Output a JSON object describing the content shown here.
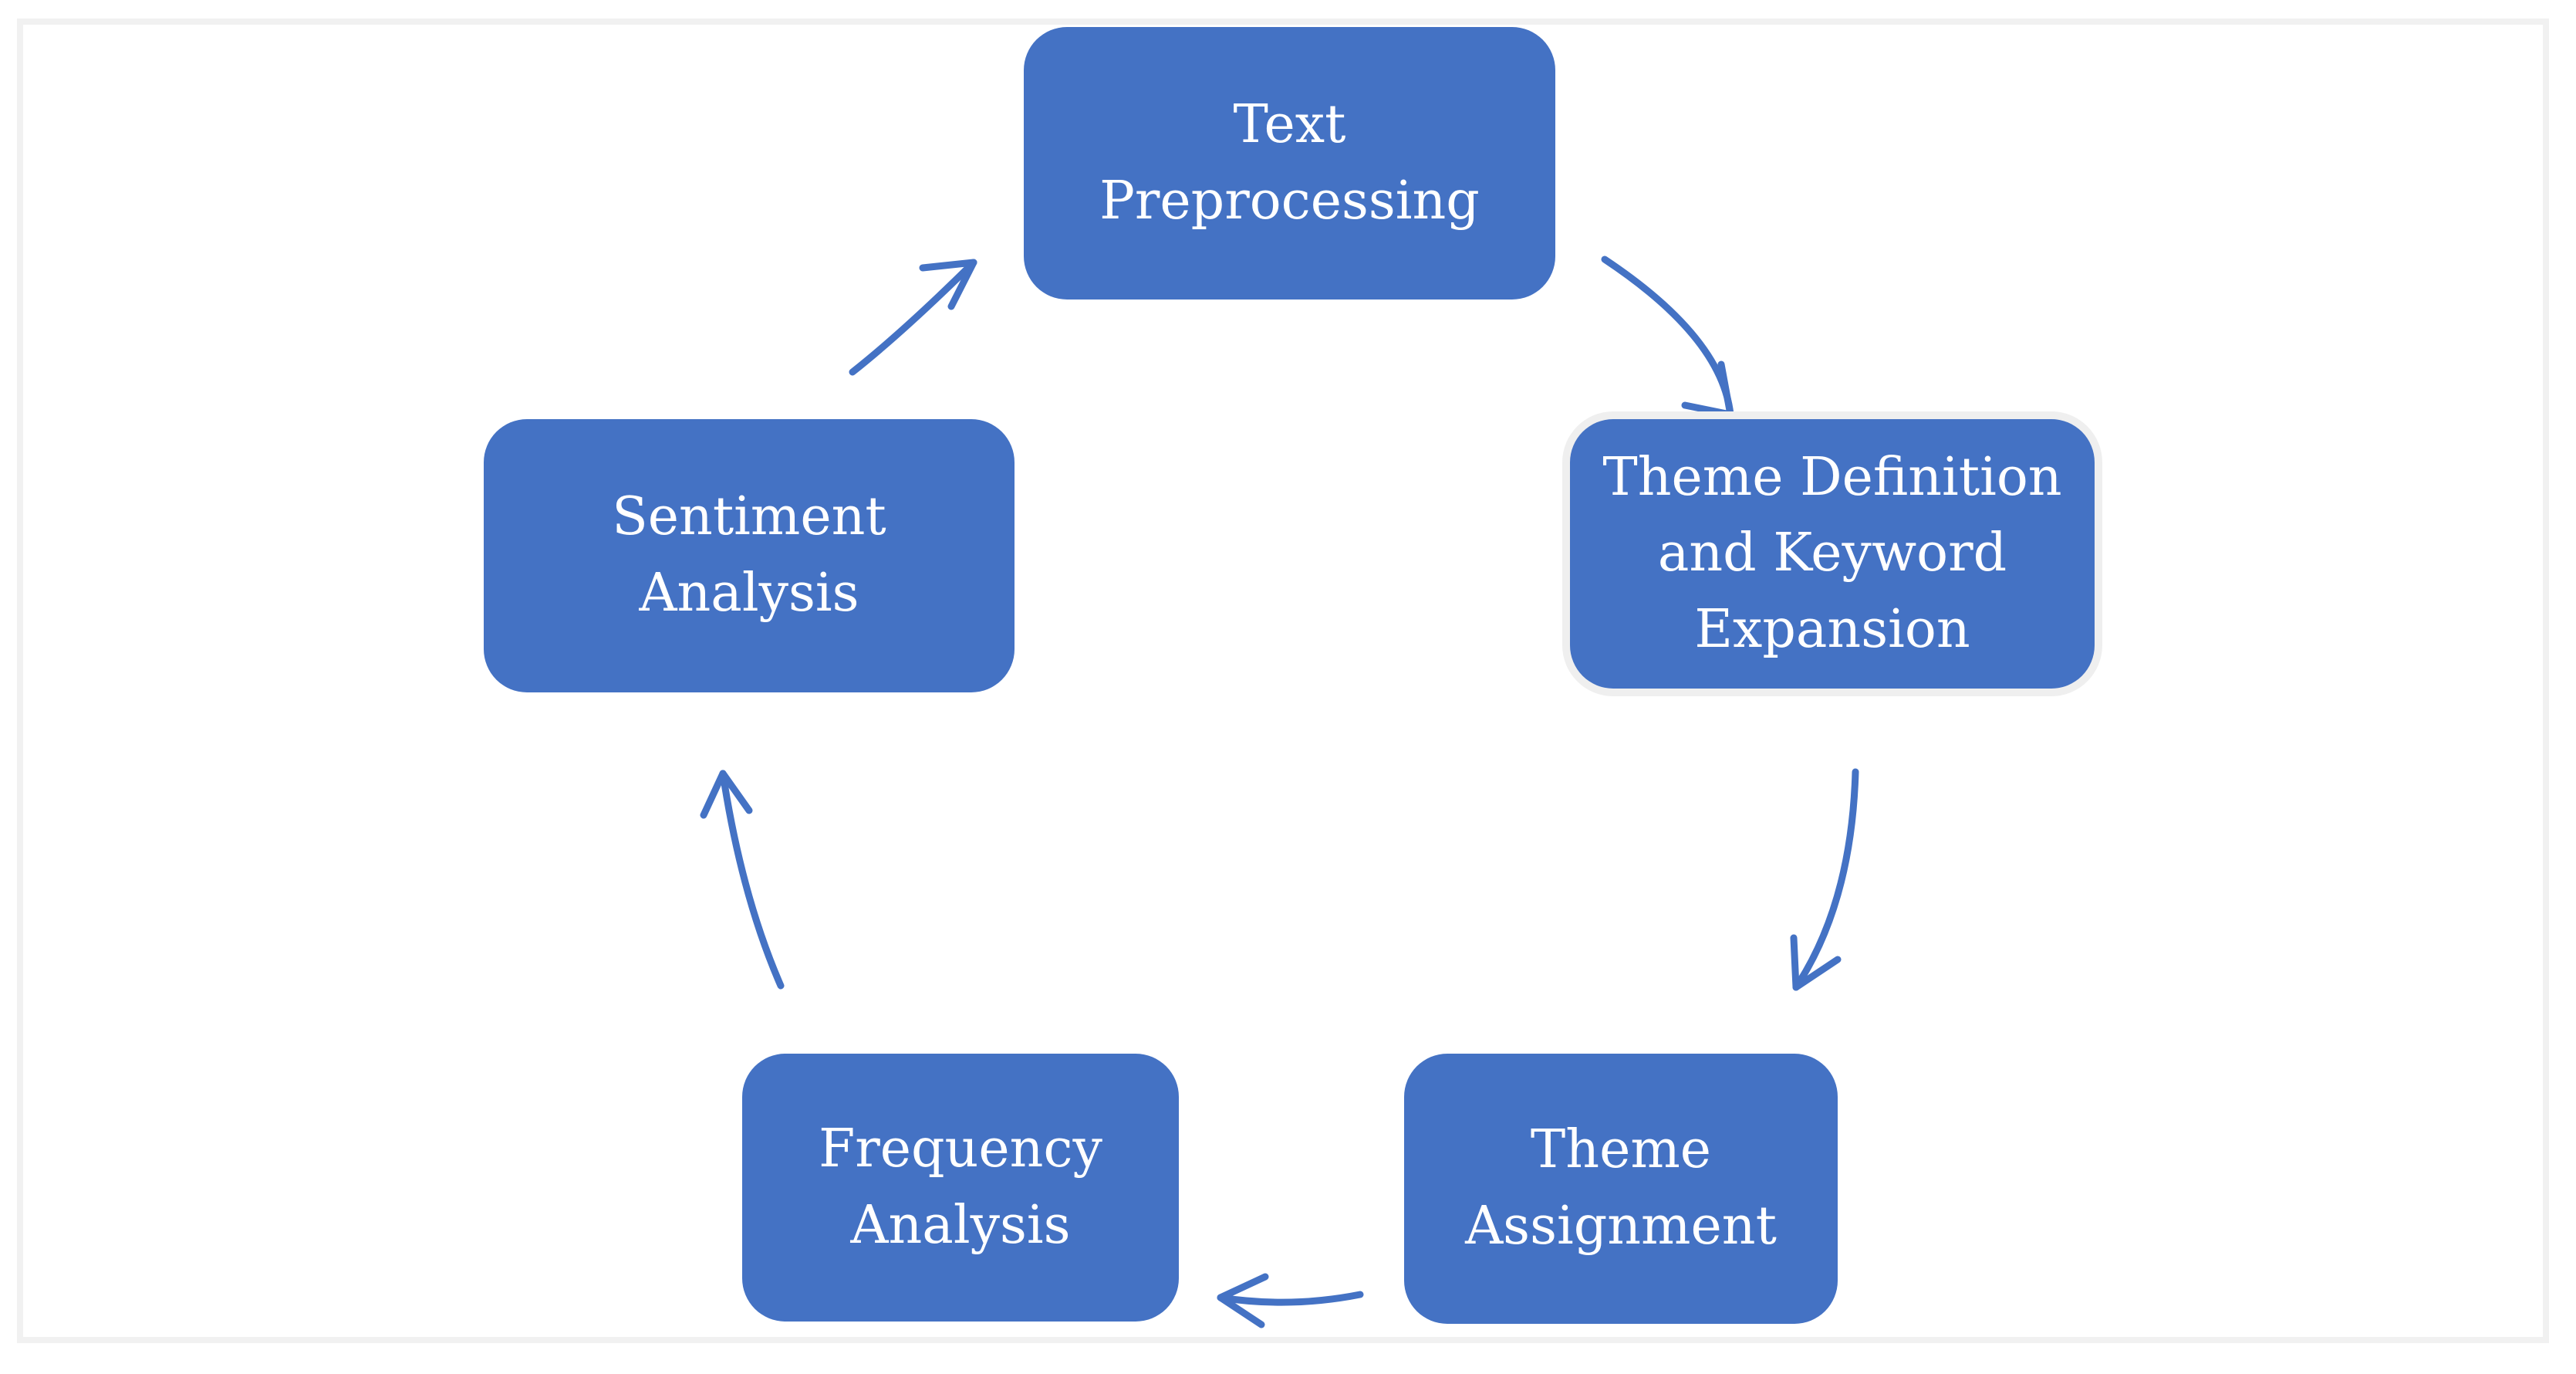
{
  "colors": {
    "node_fill": "#4472C4",
    "node_text": "#FFFFFF",
    "arrow_stroke": "#4472C4",
    "frame_border": "#F1F1F1",
    "highlight_outline": "#EFEFEF",
    "background": "#FFFFFF"
  },
  "diagram": {
    "type": "cycle-flowchart",
    "nodes": [
      {
        "id": "text-preprocessing",
        "label": "Text\nPreprocessing"
      },
      {
        "id": "theme-definition",
        "label": "Theme Definition\nand Keyword\nExpansion",
        "highlighted": true
      },
      {
        "id": "theme-assignment",
        "label": "Theme\nAssignment"
      },
      {
        "id": "frequency-analysis",
        "label": "Frequency\nAnalysis"
      },
      {
        "id": "sentiment-analysis",
        "label": "Sentiment\nAnalysis"
      }
    ],
    "edges": [
      {
        "from": "text-preprocessing",
        "to": "theme-definition"
      },
      {
        "from": "theme-definition",
        "to": "theme-assignment"
      },
      {
        "from": "theme-assignment",
        "to": "frequency-analysis"
      },
      {
        "from": "frequency-analysis",
        "to": "sentiment-analysis"
      },
      {
        "from": "sentiment-analysis",
        "to": "text-preprocessing"
      }
    ]
  }
}
